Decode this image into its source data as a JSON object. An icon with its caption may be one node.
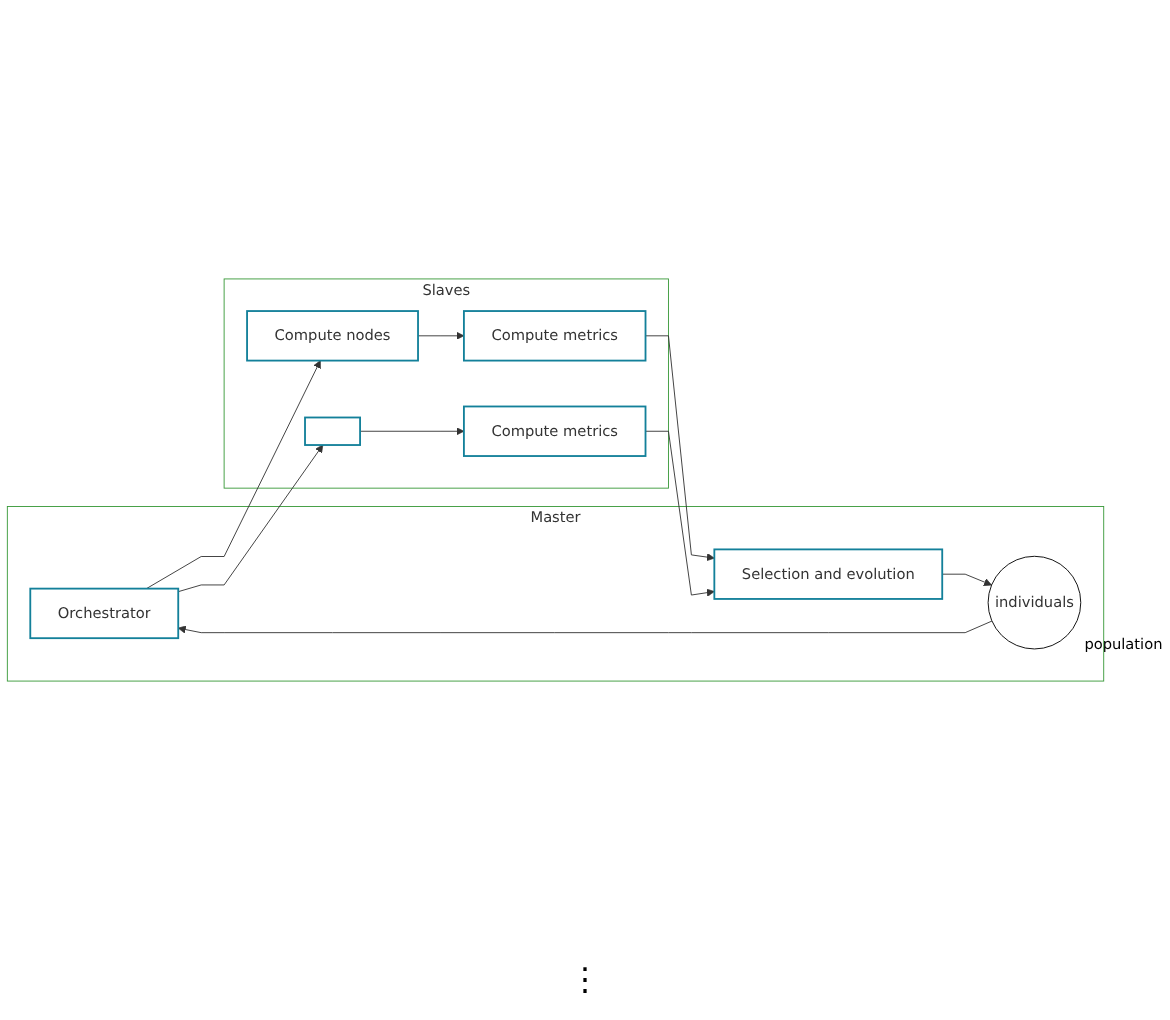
{
  "diagram": {
    "nodes": [
      {
        "text": [
          "Master"
        ]
      },
      {
        "text": [
          "Orchestrator"
        ],
        "in": 0
      },
      {
        "text": [
          "individuals"
        ],
        "beside": [
          "population"
        ],
        "in": 0
      },
      {
        "text": [
          "Selection and evolution"
        ],
        "in": 0
      },
      {
        "text": [
          "Slaves"
        ]
      },
      {
        "text": [
          "Compute nodes"
        ],
        "in": 4
      },
      {
        "text": [
          "Compute metrics"
        ],
        "in": 4
      },
      {
        "text": [],
        "shape": "box",
        "in": 4
      },
      {
        "text": [
          "Compute metrics"
        ],
        "in": 4
      }
    ],
    "edges": [
      {
        "from": 1,
        "to": 5,
        "arrow": "to"
      },
      {
        "from": 1,
        "to": 7,
        "arrow": "to"
      },
      {
        "from": 2,
        "to": 1,
        "arrow": "to"
      },
      {
        "from": 3,
        "to": 2,
        "arrow": "to"
      },
      {
        "from": 5,
        "to": 6,
        "arrow": "to"
      },
      {
        "from": 7,
        "to": 8,
        "arrow": "to"
      },
      {
        "from": 6,
        "to": 3,
        "arrow": "to"
      },
      {
        "from": 8,
        "to": 3,
        "arrow": "to"
      }
    ],
    "labels": [
      "⋮"
    ]
  }
}
